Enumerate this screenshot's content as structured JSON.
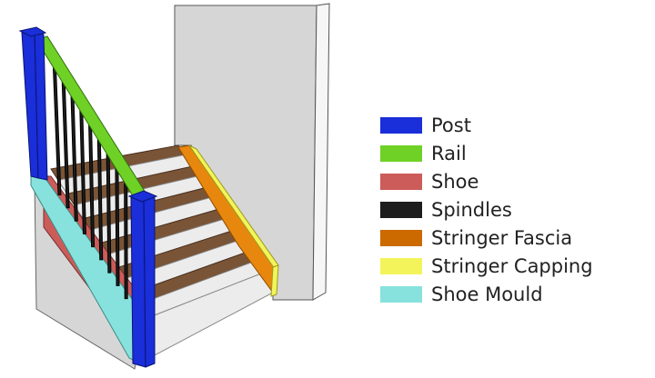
{
  "legend": [
    {
      "label": "Post",
      "color": "#1a2ed9"
    },
    {
      "label": "Rail",
      "color": "#6fd126"
    },
    {
      "label": "Shoe",
      "color": "#cc5c59"
    },
    {
      "label": "Spindles",
      "color": "#1d1d1d"
    },
    {
      "label": "Stringer Fascia",
      "color": "#cc6a00"
    },
    {
      "label": "Stringer Capping",
      "color": "#f2f45a"
    },
    {
      "label": "Shoe Mould",
      "color": "#87e2dd"
    }
  ],
  "materials": {
    "wall": "#d6d6d6",
    "riser": "#ececec",
    "tread": "#7a5436",
    "post": "#1a2ed9",
    "rail": "#6fd126",
    "shoe": "#cc5c59",
    "spindle": "#1d1d1d",
    "stringer_fascia": "#e8870e",
    "stringer_capping": "#f2f45a",
    "shoe_mould": "#87e2dd"
  }
}
